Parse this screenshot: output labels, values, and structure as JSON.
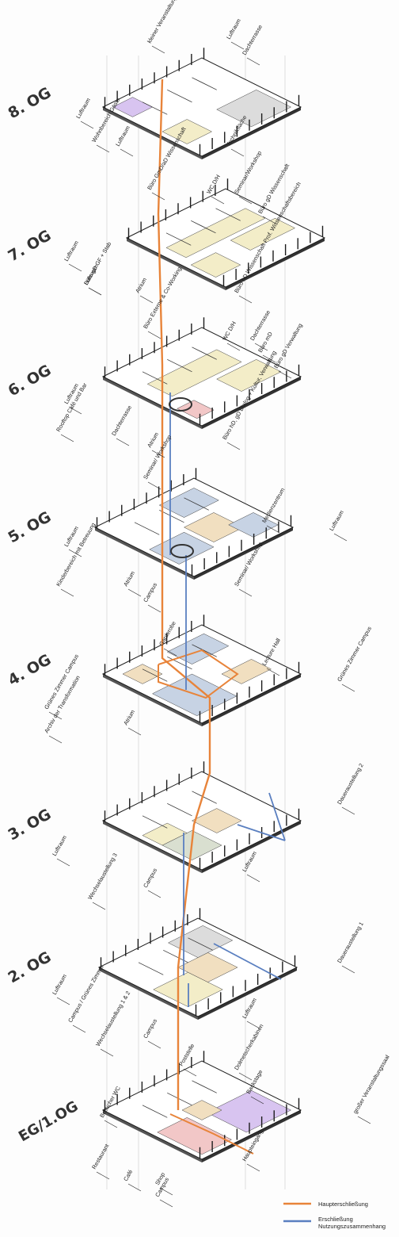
{
  "colors": {
    "hauptererschliessung": "#e8843a",
    "erschliessung": "#5a7fc0",
    "zone_yellow": "#f3edc8",
    "zone_blue": "#c7d3e4",
    "zone_pink": "#f2c7c7",
    "zone_purple": "#d8c4f0",
    "zone_gray": "#dcdcdc",
    "zone_green": "#d9dfd0",
    "zone_beige": "#f1dfc0",
    "outline": "#1c1c1c"
  },
  "floors": [
    {
      "title": "8. OG",
      "labels": [
        "kleiner Veranstaltungssaal",
        "Luftraum",
        "Dachterrasse",
        "Luftraum",
        "Wohnbereich Gäste",
        "Luftraum",
        "Technikfläche"
      ]
    },
    {
      "title": "7. OG",
      "labels": [
        "Büro GmD/aD Wissenschaft",
        "WC D/H",
        "Seminar/Workshop",
        "Büro gD Wissenschaft",
        "Luftraum",
        "Büro gD GF + Stab",
        "Luftraum",
        "Atrium",
        "Büro hD Wissenschaft Prof. Wissenschaftsbereich"
      ]
    },
    {
      "title": "6. OG",
      "labels": [
        "Büro Externe & Co-Working",
        "WC D/H",
        "Dachterrasse",
        "Büro mD",
        "Büro gD Verwaltung",
        "Luftraum",
        "Rooftop Café und Bar",
        "Dachterrasse",
        "Atrium",
        "Büro hD, gD Dialog + Kultur, Verwaltung"
      ]
    },
    {
      "title": "5. OG",
      "labels": [
        "Seminar/ Workshop",
        "Medienzentrum",
        "Luftraum",
        "Luftraum",
        "Kinderbereich mit Betreuung",
        "Atrium",
        "Campus",
        "Seminar/ Workshop"
      ]
    },
    {
      "title": "4. OG",
      "labels": [
        "Garderobe",
        "Lecture Hall",
        "Grünes Zimmer Campus",
        "Grünes Zimmer Campus",
        "Archiv der Transformation",
        "Atrium"
      ]
    },
    {
      "title": "3. OG",
      "labels": [
        "Luftraum",
        "Daueraustellung 2",
        "Wechselaustellung 3",
        "Campus",
        "Luftraum"
      ]
    },
    {
      "title": "2. OG",
      "labels": [
        "Luftraum",
        "Daueraustellung 1",
        "Campus / Grünes Zimmer",
        "Wechselaustellung 1 & 2",
        "Campus",
        "Luftraum"
      ]
    },
    {
      "title": "EG/1.OG",
      "labels": [
        "Poststelle",
        "Dolmetscherkabinen",
        "Backstage",
        "Besucher WC",
        "großer Veranstaltungssaal",
        "Restaurant",
        "Café",
        "Shop",
        "Campus",
        "Haupteingang"
      ]
    }
  ],
  "legend": [
    {
      "label": "Haupterschließung",
      "color_key": "hauptererschliessung"
    },
    {
      "label": "Erschließung Nutzungszusammenhang",
      "color_key": "erschliessung"
    }
  ]
}
